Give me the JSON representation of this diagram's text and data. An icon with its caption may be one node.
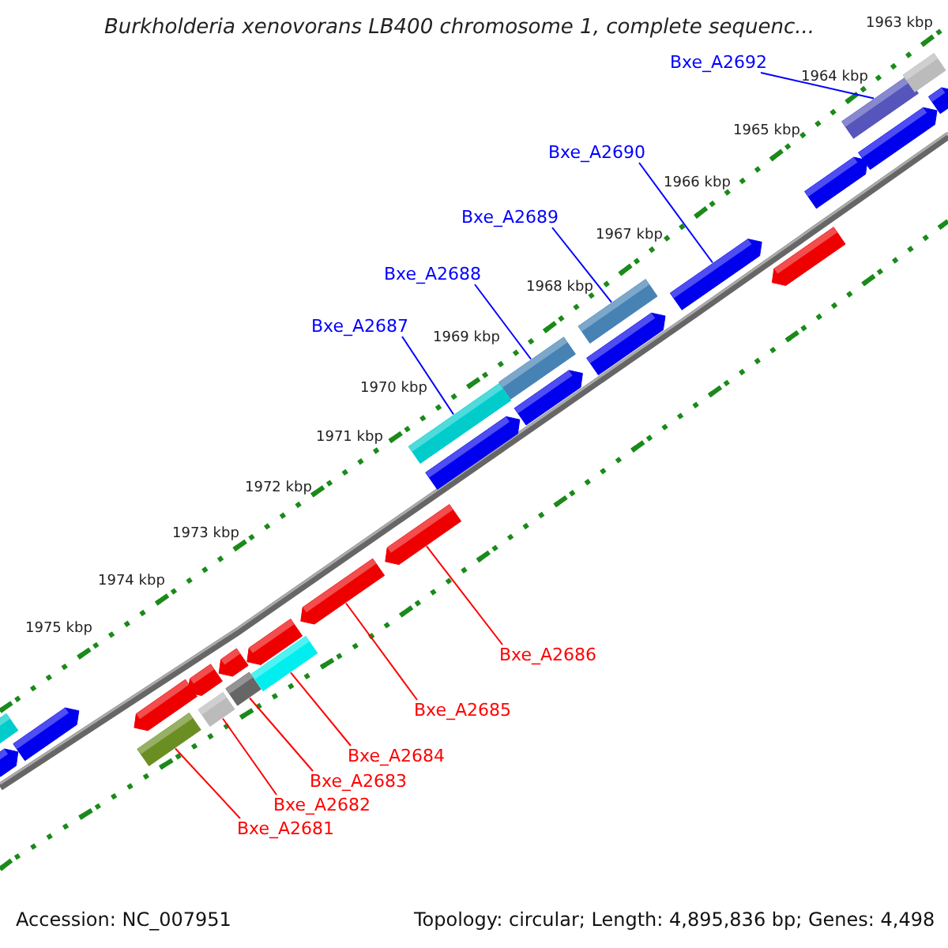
{
  "diagram": {
    "title": "Burkholderia xenovorans LB400 chromosome 1, complete sequenc...",
    "nodes": [
      {
        "text": [
          "Bxe_A2692"
        ]
      },
      {
        "text": [
          "Bxe_A2690"
        ]
      },
      {
        "text": [
          "Bxe_A2689"
        ]
      },
      {
        "text": [
          "Bxe_A2688"
        ]
      },
      {
        "text": [
          "Bxe_A2687"
        ]
      },
      {
        "text": [
          "Bxe_A2686"
        ]
      },
      {
        "text": [
          "Bxe_A2685"
        ]
      },
      {
        "text": [
          "Bxe_A2684"
        ]
      },
      {
        "text": [
          "Bxe_A2683"
        ]
      },
      {
        "text": [
          "Bxe_A2682"
        ]
      },
      {
        "text": [
          "Bxe_A2681"
        ]
      },
      {
        "text": [],
        "shape": "bar"
      },
      {
        "text": [],
        "shape": "bar"
      },
      {
        "text": [],
        "shape": "bar"
      },
      {
        "text": [],
        "shape": "bar"
      },
      {
        "text": [],
        "shape": "bar"
      },
      {
        "text": [],
        "shape": "bar"
      },
      {
        "text": [],
        "shape": "bar"
      },
      {
        "text": [],
        "shape": "bar"
      },
      {
        "text": [],
        "shape": "bar"
      },
      {
        "text": [],
        "shape": "bar"
      },
      {
        "text": [],
        "shape": "bar"
      },
      {
        "text": [],
        "shape": "bar"
      },
      {
        "text": [],
        "shape": "bar"
      },
      {
        "text": [],
        "shape": "bar"
      },
      {
        "text": [],
        "shape": "bar"
      },
      {
        "text": [],
        "shape": "bar"
      },
      {
        "text": [],
        "shape": "bar"
      },
      {
        "text": [],
        "shape": "bar"
      },
      {
        "text": [],
        "shape": "bar"
      },
      {
        "text": [],
        "shape": "bar"
      },
      {
        "text": [],
        "shape": "bar"
      },
      {
        "text": [],
        "shape": "bar"
      },
      {
        "text": [],
        "shape": "bar"
      },
      {
        "text": [],
        "shape": "bar"
      },
      {
        "text": [],
        "shape": "bar"
      },
      {
        "text": [],
        "shape": "bar"
      }
    ],
    "edges": [
      {
        "from": 0,
        "to": 11,
        "arrow": "none",
        "color": "#0000ff"
      },
      {
        "from": 1,
        "to": 12,
        "arrow": "none",
        "color": "#0000ff"
      },
      {
        "from": 2,
        "to": 13,
        "arrow": "none",
        "color": "#0000ff"
      },
      {
        "from": 3,
        "to": 14,
        "arrow": "none",
        "color": "#0000ff"
      },
      {
        "from": 4,
        "to": 15,
        "arrow": "none",
        "color": "#0000ff"
      },
      {
        "from": 5,
        "to": 16,
        "arrow": "none"
      },
      {
        "from": 6,
        "to": 17,
        "arrow": "none"
      },
      {
        "from": 7,
        "to": 18,
        "arrow": "none"
      },
      {
        "from": 8,
        "to": 19,
        "arrow": "none"
      },
      {
        "from": 9,
        "to": 20,
        "arrow": "none"
      },
      {
        "from": 10,
        "to": 21,
        "arrow": "none"
      }
    ],
    "labels": [
      "1963 kbp",
      "1964 kbp",
      "1965 kbp",
      "1966 kbp",
      "1967 kbp",
      "1968 kbp",
      "1969 kbp",
      "1970 kbp",
      "1971 kbp",
      "1972 kbp",
      "1973 kbp",
      "1974 kbp",
      "1975 kbp",
      "Accession: NC_007951",
      "Topology: circular; Length: 4,895,836 bp; Genes: 4,498"
    ]
  }
}
